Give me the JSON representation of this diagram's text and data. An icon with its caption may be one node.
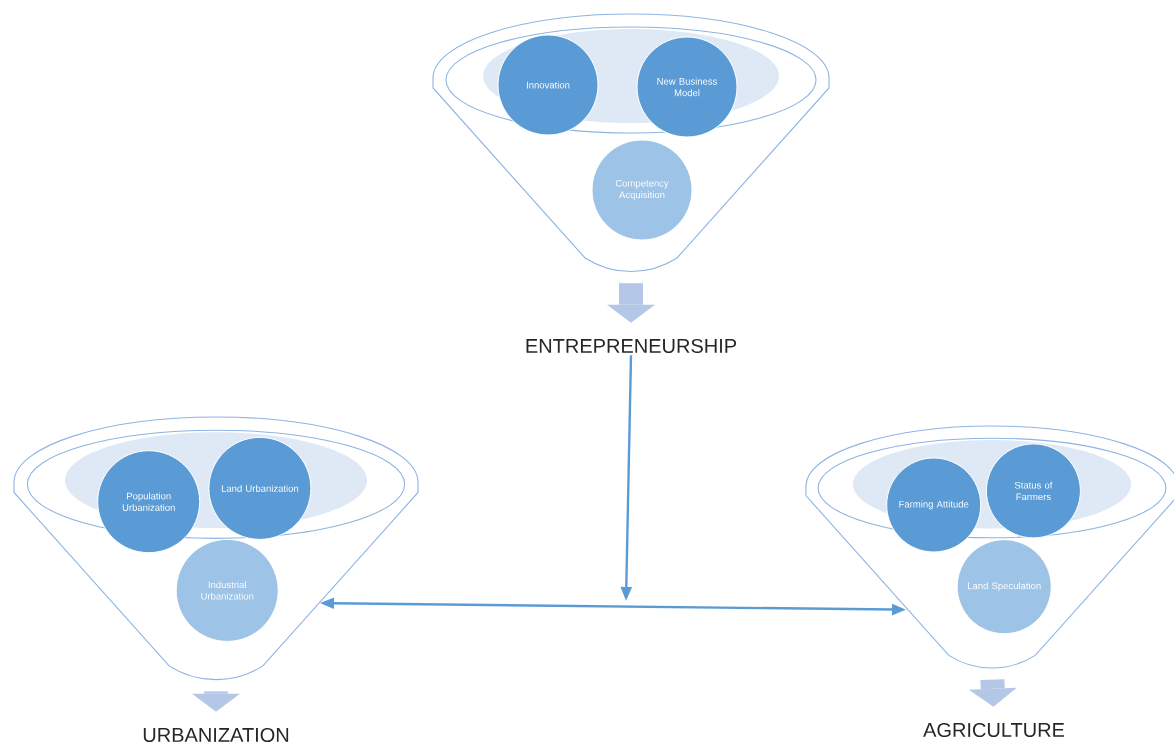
{
  "diagram": {
    "nodes": [
      {
        "text": [],
        "shape": "funnel"
      },
      {
        "text": [
          "Innovation"
        ],
        "in": 0
      },
      {
        "text": [
          "New Business Model"
        ],
        "in": 0
      },
      {
        "text": [
          "Competency Acquisition"
        ],
        "in": 0
      },
      {
        "text": [
          "ENTREPRENEURSHIP"
        ]
      },
      {
        "text": [],
        "shape": "funnel"
      },
      {
        "text": [
          "Population Urbanization"
        ],
        "in": 5
      },
      {
        "text": [
          "Land Urbanization"
        ],
        "in": 5
      },
      {
        "text": [
          "Industrial Urbanization"
        ],
        "in": 5
      },
      {
        "text": [
          "URBANIZATION"
        ]
      },
      {
        "text": [],
        "shape": "funnel"
      },
      {
        "text": [
          "Farming Attitude"
        ],
        "in": 10
      },
      {
        "text": [
          "Status of Farmers"
        ],
        "in": 10
      },
      {
        "text": [
          "Land Speculation"
        ],
        "in": 10
      },
      {
        "text": [
          "AGRICULTURE"
        ]
      }
    ],
    "edges": [
      {
        "from": 0,
        "to": 4,
        "arrow": "to"
      },
      {
        "from": 5,
        "to": 9,
        "arrow": "to"
      },
      {
        "from": 10,
        "to": 14,
        "arrow": "to"
      },
      {
        "from": 4,
        "to": null,
        "arrow": "to",
        "color": "#5b9bd5"
      },
      {
        "from": 5,
        "to": 10,
        "arrow": "both",
        "color": "#5b9bd5"
      }
    ]
  }
}
